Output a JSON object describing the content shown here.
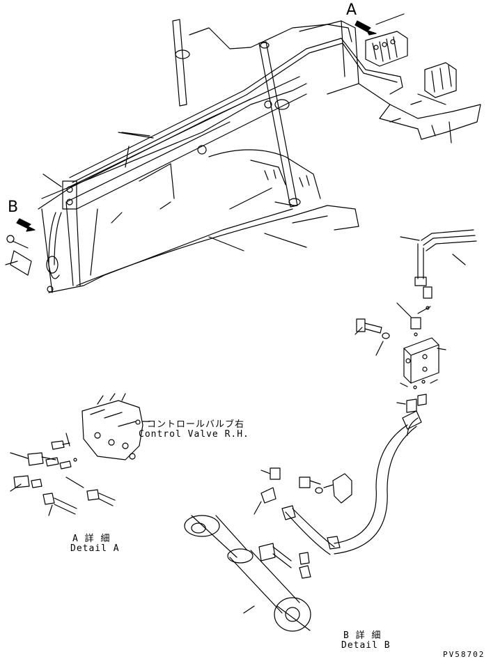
{
  "views": {
    "a_marker": "A",
    "b_marker": "B"
  },
  "callout": {
    "jp": "コントロールバルブ右",
    "en": "Control Valve R.H."
  },
  "detail_a": {
    "jp": "A 詳 細",
    "en": "Detail A"
  },
  "detail_b": {
    "jp": "B 詳 細",
    "en": "Detail B"
  },
  "drawing_number": "PV58702",
  "colors": {
    "line": "#000000",
    "background": "#ffffff"
  }
}
